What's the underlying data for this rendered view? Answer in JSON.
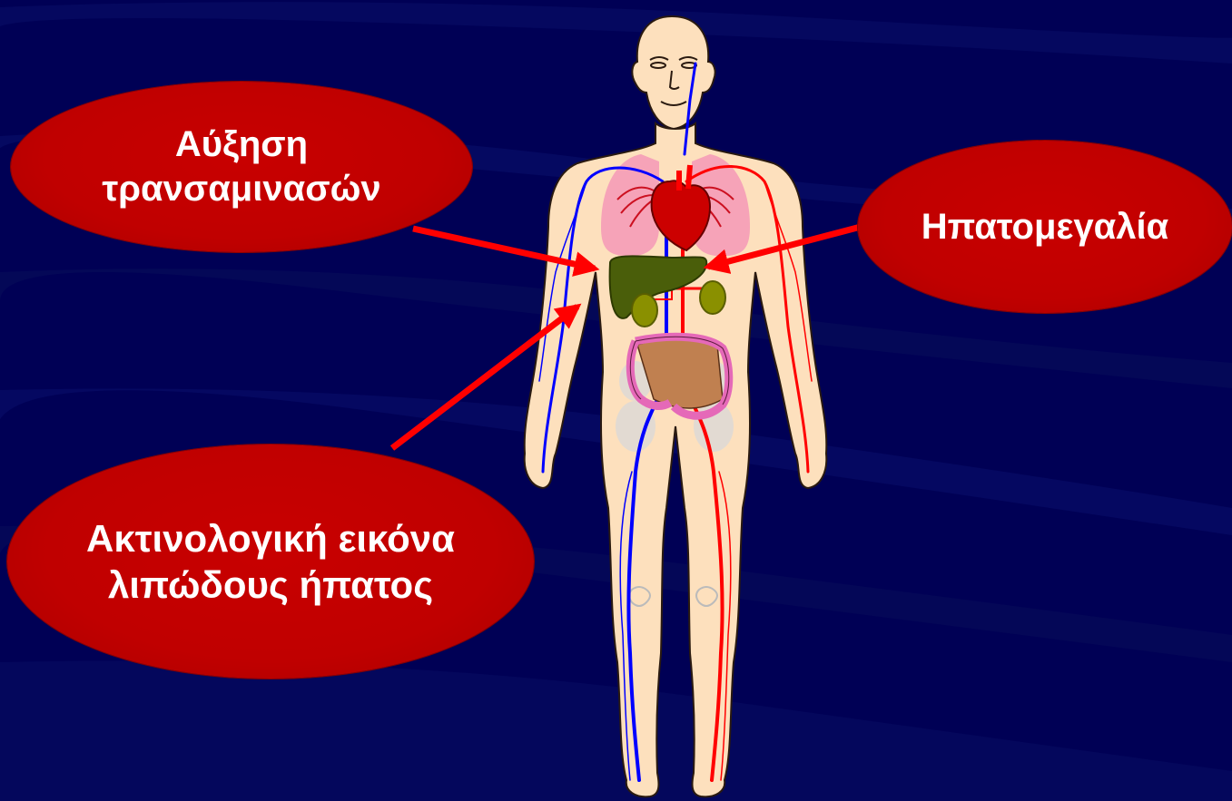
{
  "labels": {
    "transaminases": [
      "Αύξηση",
      "τρανσαμινασών"
    ],
    "hepatomegaly": [
      "Ηπατομεγαλία"
    ],
    "imaging": [
      "Ακτινολογική εικόνα",
      "λιπώδους ήπατος"
    ]
  },
  "colors": {
    "background": "#000055",
    "bubble": "#c00000",
    "arrow": "#ff0000",
    "skin": "#fde0bd",
    "liver": "#4a5e0a",
    "artery": "#ff0000",
    "vein": "#0000ff",
    "lung": "#f6a3b8",
    "intestine": "#e569b8"
  }
}
